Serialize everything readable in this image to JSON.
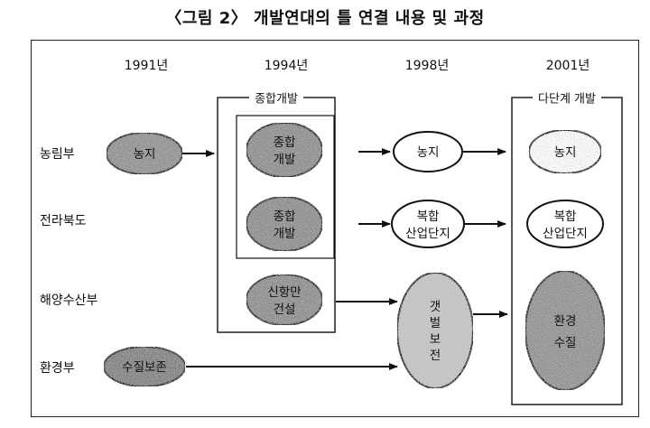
{
  "title": "〈그림 2〉 개발연대의 틀 연결 내용 및 과정",
  "years": [
    "1991년",
    "1994년",
    "1998년",
    "2001년"
  ],
  "departments": [
    "농림부",
    "전라북도",
    "해양수산부",
    "환경부"
  ],
  "groups": {
    "comprehensive": "종합개발",
    "multistage": "다단계 개발"
  },
  "nodes": {
    "farmland_1991": "농지",
    "comp_dev_1": [
      "종합",
      "개발"
    ],
    "comp_dev_2": [
      "종합",
      "개발"
    ],
    "new_port": [
      "신항만",
      "건설"
    ],
    "farmland_1998": "농지",
    "complex_1998": [
      "복합",
      "산업단지"
    ],
    "tidal_1998": [
      "갯",
      "벌",
      "보",
      "전"
    ],
    "farmland_2001": "농지",
    "complex_2001": [
      "복합",
      "산업단지"
    ],
    "environment_2001": [
      "환경",
      "수질"
    ],
    "water_quality_1991": "수질보존"
  },
  "colors": {
    "line": "#111111",
    "shade": "#8a8a8a",
    "light": "#ffffff"
  }
}
